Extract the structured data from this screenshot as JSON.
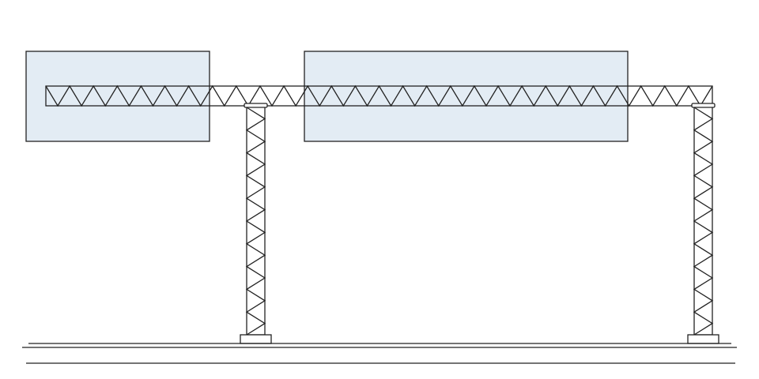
{
  "diagram": {
    "subject": "sign-gantry",
    "colors": {
      "stroke": "#222222",
      "sign_fill": "#e3ecf4",
      "background": "#ffffff"
    },
    "truss_panels": 28,
    "column_panels": 10,
    "sign_count": 2,
    "column_count": 2
  }
}
